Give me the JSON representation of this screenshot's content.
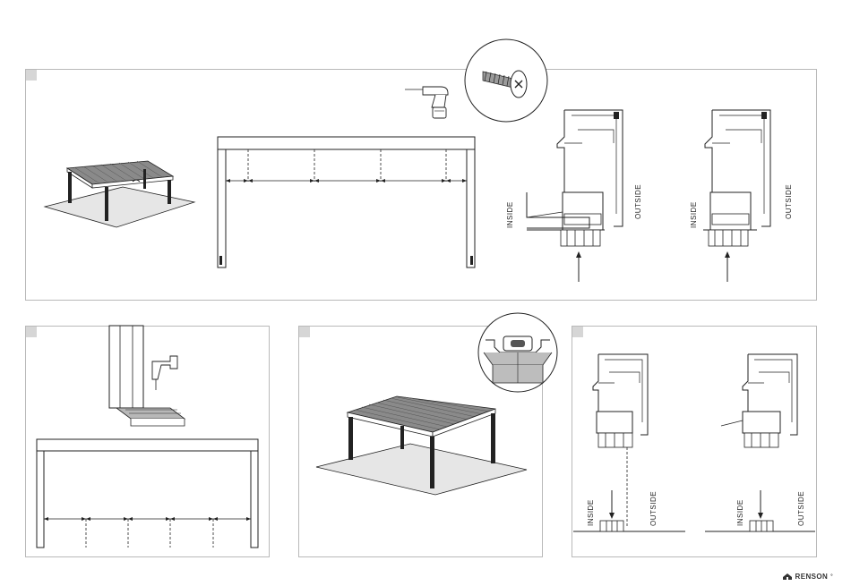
{
  "panels": [
    {
      "id": "step-1"
    },
    {
      "id": "step-2"
    },
    {
      "id": "step-3"
    },
    {
      "id": "step-4"
    }
  ],
  "labels": {
    "inside": "INSIDE",
    "outside": "OUTSIDE"
  },
  "brand": {
    "name": "RENSON",
    "mark": "°"
  },
  "colors": {
    "line": "#222222",
    "panel_border": "#b9b9b9",
    "step_marker": "#d6d6d6",
    "floor": "#e6e6e6",
    "roof": "#8a8a8a"
  }
}
